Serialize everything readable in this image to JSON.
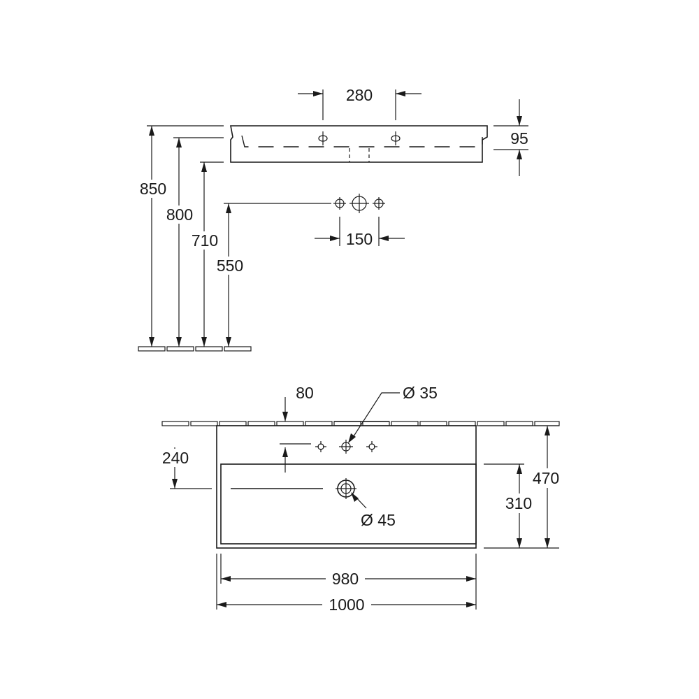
{
  "side_view": {
    "dims": {
      "tap_spacing": "280",
      "basin_height": "95",
      "height_850": "850",
      "height_800": "800",
      "height_710": "710",
      "height_550": "550",
      "valve_spacing": "150"
    }
  },
  "top_view": {
    "dims": {
      "depth_80": "80",
      "tap_hole_dia": "Ø 35",
      "depth_240": "240",
      "drain_dia": "Ø 45",
      "depth_470": "470",
      "depth_310": "310",
      "width_980": "980",
      "width_1000": "1000"
    }
  }
}
